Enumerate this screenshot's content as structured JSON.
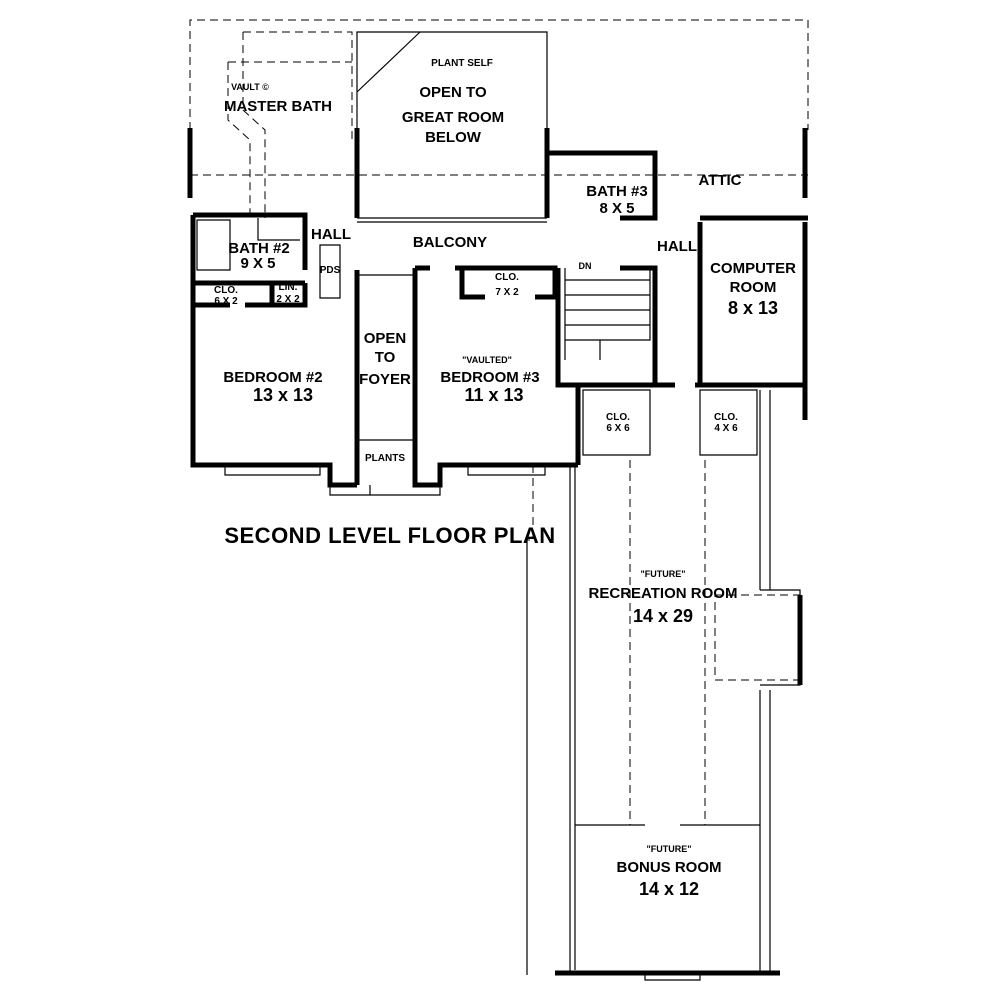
{
  "title": "SECOND LEVEL FLOOR PLAN",
  "rooms": {
    "master_bath": {
      "note": "VAULT ©",
      "name": "MASTER BATH"
    },
    "great_room": {
      "note": "PLANT SELF",
      "line1": "OPEN TO",
      "line2": "GREAT ROOM",
      "line3": "BELOW"
    },
    "bath3": {
      "name": "BATH #3",
      "size": "8 X 5"
    },
    "attic": {
      "name": "ATTIC"
    },
    "bath2": {
      "name": "BATH #2",
      "size": "9 X 5"
    },
    "hall_left": {
      "name": "HALL"
    },
    "balcony": {
      "name": "BALCONY"
    },
    "hall_right": {
      "name": "HALL"
    },
    "computer_room": {
      "line1": "COMPUTER",
      "line2": "ROOM",
      "size": "8 x 13"
    },
    "pds": {
      "name": "PDS"
    },
    "closet_bed2": {
      "name": "CLO.",
      "size": "6 X 2"
    },
    "linen": {
      "name": "LIN.",
      "size": "2 X 2"
    },
    "closet_bed3": {
      "name": "CLO.",
      "size": "7 X 2"
    },
    "stairs": {
      "note": "DN"
    },
    "bedroom2": {
      "name": "BEDROOM #2",
      "size": "13 x 13"
    },
    "open_foyer": {
      "line1": "OPEN",
      "line2": "TO",
      "line3": "FOYER"
    },
    "plants": {
      "name": "PLANTS"
    },
    "bedroom3": {
      "note": "\"VAULTED\"",
      "name": "BEDROOM #3",
      "size": "11 x 13"
    },
    "closet_6x6": {
      "name": "CLO.",
      "size": "6 X 6"
    },
    "closet_4x6": {
      "name": "CLO.",
      "size": "4 X 6"
    },
    "recreation": {
      "note": "\"FUTURE\"",
      "name": "RECREATION ROOM",
      "size": "14 x 29"
    },
    "bonus": {
      "note": "\"FUTURE\"",
      "name": "BONUS ROOM",
      "size": "14 x 12"
    }
  }
}
